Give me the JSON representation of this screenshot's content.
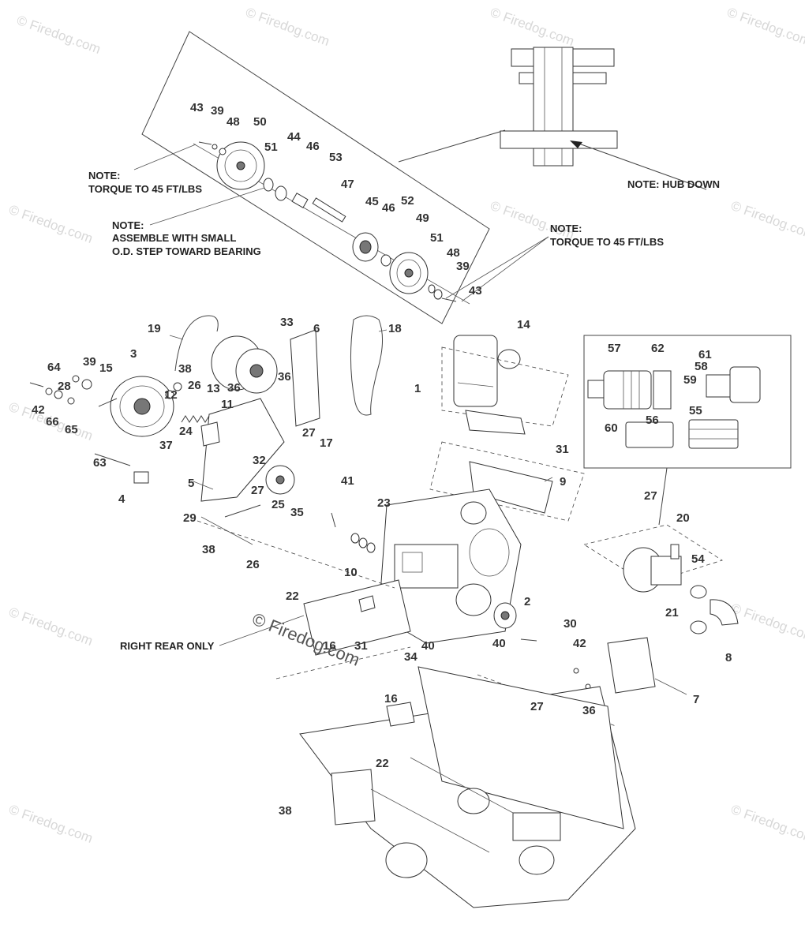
{
  "watermark": "© Firedog.com",
  "notes": {
    "torque_left_1": "NOTE:",
    "torque_left_2": "TORQUE TO 45 FT/LBS",
    "assemble_1": "NOTE:",
    "assemble_2": "ASSEMBLE WITH SMALL",
    "assemble_3": "O.D. STEP TOWARD BEARING",
    "torque_right_1": "NOTE:",
    "torque_right_2": "TORQUE TO 45 FT/LBS",
    "hub_down": "NOTE: HUB DOWN",
    "right_rear": "RIGHT REAR ONLY"
  },
  "part_labels": [
    "43",
    "39",
    "48",
    "50",
    "44",
    "46",
    "53",
    "51",
    "47",
    "45",
    "46",
    "52",
    "49",
    "51",
    "48",
    "39",
    "43",
    "33",
    "6",
    "18",
    "14",
    "19",
    "57",
    "62",
    "61",
    "58",
    "59",
    "60",
    "56",
    "55",
    "3",
    "39",
    "64",
    "15",
    "28",
    "42",
    "66",
    "65",
    "38",
    "26",
    "13",
    "36",
    "12",
    "11",
    "24",
    "37",
    "27",
    "63",
    "4",
    "5",
    "32",
    "17",
    "27",
    "25",
    "35",
    "41",
    "29",
    "38",
    "26",
    "1",
    "31",
    "9",
    "23",
    "27",
    "20",
    "54",
    "10",
    "22",
    "16",
    "31",
    "34",
    "40",
    "2",
    "30",
    "40",
    "42",
    "21",
    "8",
    "36",
    "7",
    "16",
    "27",
    "22",
    "38",
    "RIGHT REAR ONLY"
  ],
  "labels": {
    "l43a": "43",
    "l39a": "39",
    "l48a": "48",
    "l50": "50",
    "l44": "44",
    "l46a": "46",
    "l53": "53",
    "l51a": "51",
    "l47": "47",
    "l45": "45",
    "l46b": "46",
    "l52": "52",
    "l49": "49",
    "l51b": "51",
    "l48b": "48",
    "l39b": "39",
    "l43b": "43",
    "l33": "33",
    "l6": "6",
    "l18": "18",
    "l14": "14",
    "l19": "19",
    "l57": "57",
    "l62": "62",
    "l61": "61",
    "l58": "58",
    "l59": "59",
    "l60": "60",
    "l56": "56",
    "l55": "55",
    "l3": "3",
    "l39c": "39",
    "l64": "64",
    "l15": "15",
    "l28": "28",
    "l42a": "42",
    "l66": "66",
    "l65": "65",
    "l38a": "38",
    "l26a": "26",
    "l13": "13",
    "l36a": "36",
    "l12": "12",
    "l11": "11",
    "l24": "24",
    "l37": "37",
    "l27a": "27",
    "l36b": "36",
    "l63": "63",
    "l4": "4",
    "l5": "5",
    "l32": "32",
    "l17": "17",
    "l27b": "27",
    "l25": "25",
    "l35": "35",
    "l41": "41",
    "l29": "29",
    "l38b": "38",
    "l26b": "26",
    "l1": "1",
    "l31a": "31",
    "l9": "9",
    "l23": "23",
    "l27c": "27",
    "l20": "20",
    "l54": "54",
    "l10": "10",
    "l22a": "22",
    "l16a": "16",
    "l31b": "31",
    "l34": "34",
    "l40a": "40",
    "l2": "2",
    "l30": "30",
    "l40b": "40",
    "l42b": "42",
    "l21": "21",
    "l8": "8",
    "l36c": "36",
    "l7": "7",
    "l16b": "16",
    "l27d": "27",
    "l22b": "22",
    "l38c": "38"
  }
}
